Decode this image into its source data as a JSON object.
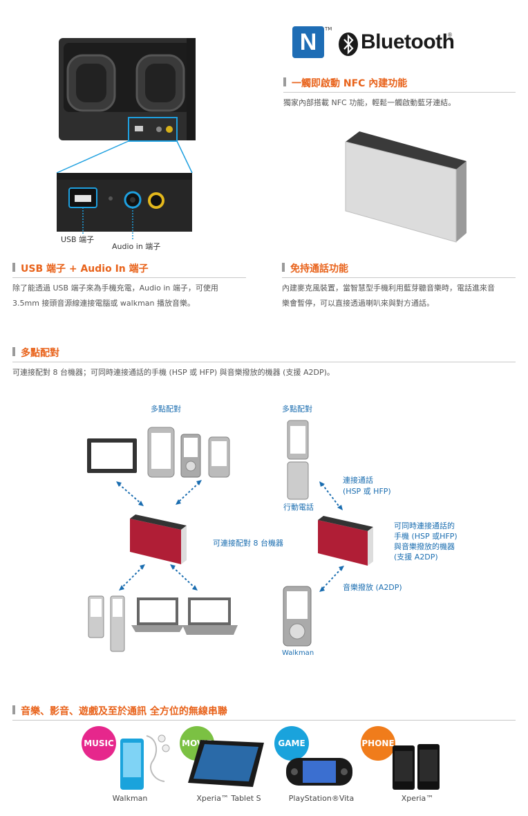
{
  "logos": {
    "nfc_mark": "N",
    "tm": "TM",
    "bluetooth": "Bluetooth",
    "reg": "®"
  },
  "usb_callout": {
    "usb_label": "USB 端子",
    "audio_label": "Audio in 端子"
  },
  "nfc": {
    "title": "一觸即啟動 NFC 內建功能",
    "text": "獨家內部搭載 NFC 功能，輕鬆一觸啟動藍牙連結。"
  },
  "usb": {
    "title": "USB 端子 + Audio In 端子",
    "text_1": "除了能透過 USB 端子來為手機充電，Audio in 端子，可使用",
    "text_2": "3.5mm 接頭音源線連接電腦或 walkman 播放音樂。"
  },
  "handsfree": {
    "title": "免持通話功能",
    "text_1": "內建麥克風裝置，當智慧型手機利用藍芽聽音樂時，電話進來音",
    "text_2": "樂會暫停，可以直接透過喇叭來與對方通話。"
  },
  "multipoint": {
    "title": "多點配對",
    "text": "可連接配對 8 台機器；可同時連接通話的手機 (HSP 或 HFP) 與音樂撥放的機器 (支援 A2DP)。",
    "left_label": "多點配對",
    "center_label": "可連接配對 8 台機器",
    "right_label": "多點配對",
    "call_1": "連接通話",
    "call_2": "(HSP 或 HFP)",
    "mobile": "行動電話",
    "both_1": "可同時連接通話的",
    "both_2": "手機 (HSP 或HFP)",
    "both_3": "與音樂撥放的機器",
    "both_4": "(支援  A2DP)",
    "music_play": "音樂撥放 (A2DP)",
    "walkman": "Walkman"
  },
  "wireless": {
    "title": "音樂、影音、遊戲及至於通訊    全方位的無線串聯",
    "items": [
      {
        "badge": "MUSIC",
        "caption": "Walkman",
        "color": "#e6278c"
      },
      {
        "badge": "MOVIE",
        "caption": "Xperia™ Tablet S",
        "color": "#7bc143"
      },
      {
        "badge": "GAME",
        "caption": "PlayStation®Vita",
        "color": "#1aa3dc"
      },
      {
        "badge": "PHONE",
        "caption": "Xperia™",
        "color": "#f07c1b"
      }
    ]
  },
  "colors": {
    "accent": "#e8621a",
    "link": "#1a6db0",
    "nfc_blue": "#1e6db5",
    "speaker_red": "#b01e36"
  }
}
